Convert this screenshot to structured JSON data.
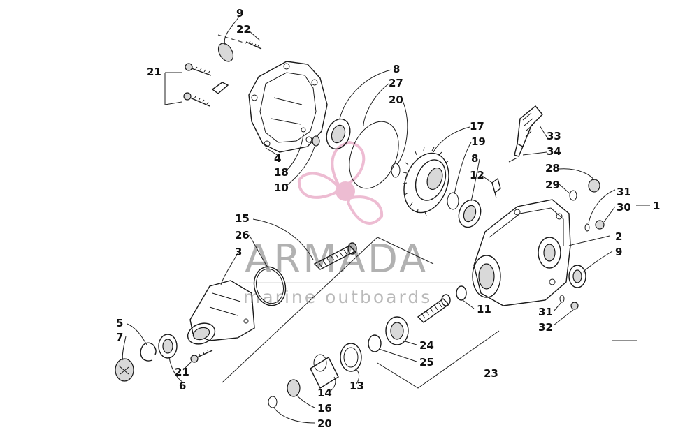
{
  "diagram": {
    "part_labels": [
      "9",
      "22",
      "21",
      "8",
      "27",
      "20",
      "17",
      "19",
      "8",
      "12",
      "33",
      "34",
      "28",
      "29",
      "31",
      "30",
      "1",
      "2",
      "9",
      "4",
      "18",
      "10",
      "15",
      "26",
      "3",
      "11",
      "31",
      "32",
      "24",
      "25",
      "23",
      "5",
      "7",
      "21",
      "6",
      "14",
      "13",
      "16",
      "20"
    ]
  },
  "watermark": {
    "brand": "ARMADA",
    "tagline": "marine outboards",
    "color": "#e8a6c4"
  }
}
